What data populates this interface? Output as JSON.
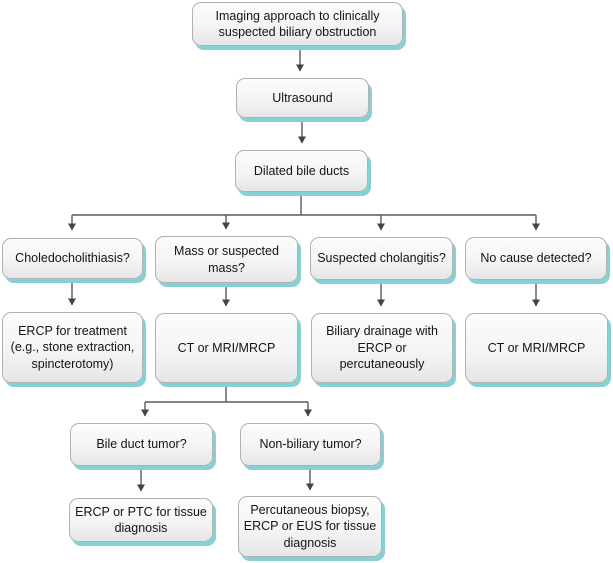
{
  "diagram": {
    "type": "flowchart",
    "title": "Imaging approach to clinically suspected biliary obstruction",
    "colors": {
      "background": "#ffffff",
      "box_fill_top": "#fcfcfc",
      "box_fill_bottom": "#e6e6e6",
      "box_border": "#b1b1b1",
      "box_shadow_accent": "#86d1d6",
      "connector_line": "#5a5a5a",
      "arrowhead": "#444444",
      "text": "#141414"
    },
    "nodes": {
      "imaging": {
        "label": "Imaging approach to clinically\nsuspected biliary obstruction"
      },
      "ultrasound": {
        "label": "Ultrasound"
      },
      "dilated": {
        "label": "Dilated bile ducts"
      },
      "choledocholithiasis": {
        "label": "Choledocholithiasis?"
      },
      "mass": {
        "label": "Mass or suspected\nmass?"
      },
      "cholangitis": {
        "label": "Suspected cholangitis?"
      },
      "no_cause": {
        "label": "No cause detected?"
      },
      "ercp_treatment": {
        "label": "ERCP for treatment\n(e.g., stone extraction,\nspincterotomy)"
      },
      "ct_mri_mass": {
        "label": "CT or MRI/MRCP"
      },
      "biliary_drainage": {
        "label": "Biliary drainage with\nERCP or percutaneously"
      },
      "ct_mri_nocause": {
        "label": "CT or MRI/MRCP"
      },
      "bile_duct_tumor": {
        "label": "Bile duct tumor?"
      },
      "non_biliary_tumor": {
        "label": "Non-biliary tumor?"
      },
      "ercp_ptc": {
        "label": "ERCP or PTC for tissue\ndiagnosis"
      },
      "perc_biopsy": {
        "label": "Percutaneous biopsy,\nERCP or EUS for tissue\ndiagnosis"
      }
    },
    "edges": [
      "imaging -> ultrasound",
      "ultrasound -> dilated",
      "dilated -> choledocholithiasis",
      "dilated -> mass",
      "dilated -> cholangitis",
      "dilated -> no_cause",
      "choledocholithiasis -> ercp_treatment",
      "mass -> ct_mri_mass",
      "cholangitis -> biliary_drainage",
      "no_cause -> ct_mri_nocause",
      "ct_mri_mass -> bile_duct_tumor",
      "ct_mri_mass -> non_biliary_tumor",
      "bile_duct_tumor -> ercp_ptc",
      "non_biliary_tumor -> perc_biopsy"
    ]
  }
}
